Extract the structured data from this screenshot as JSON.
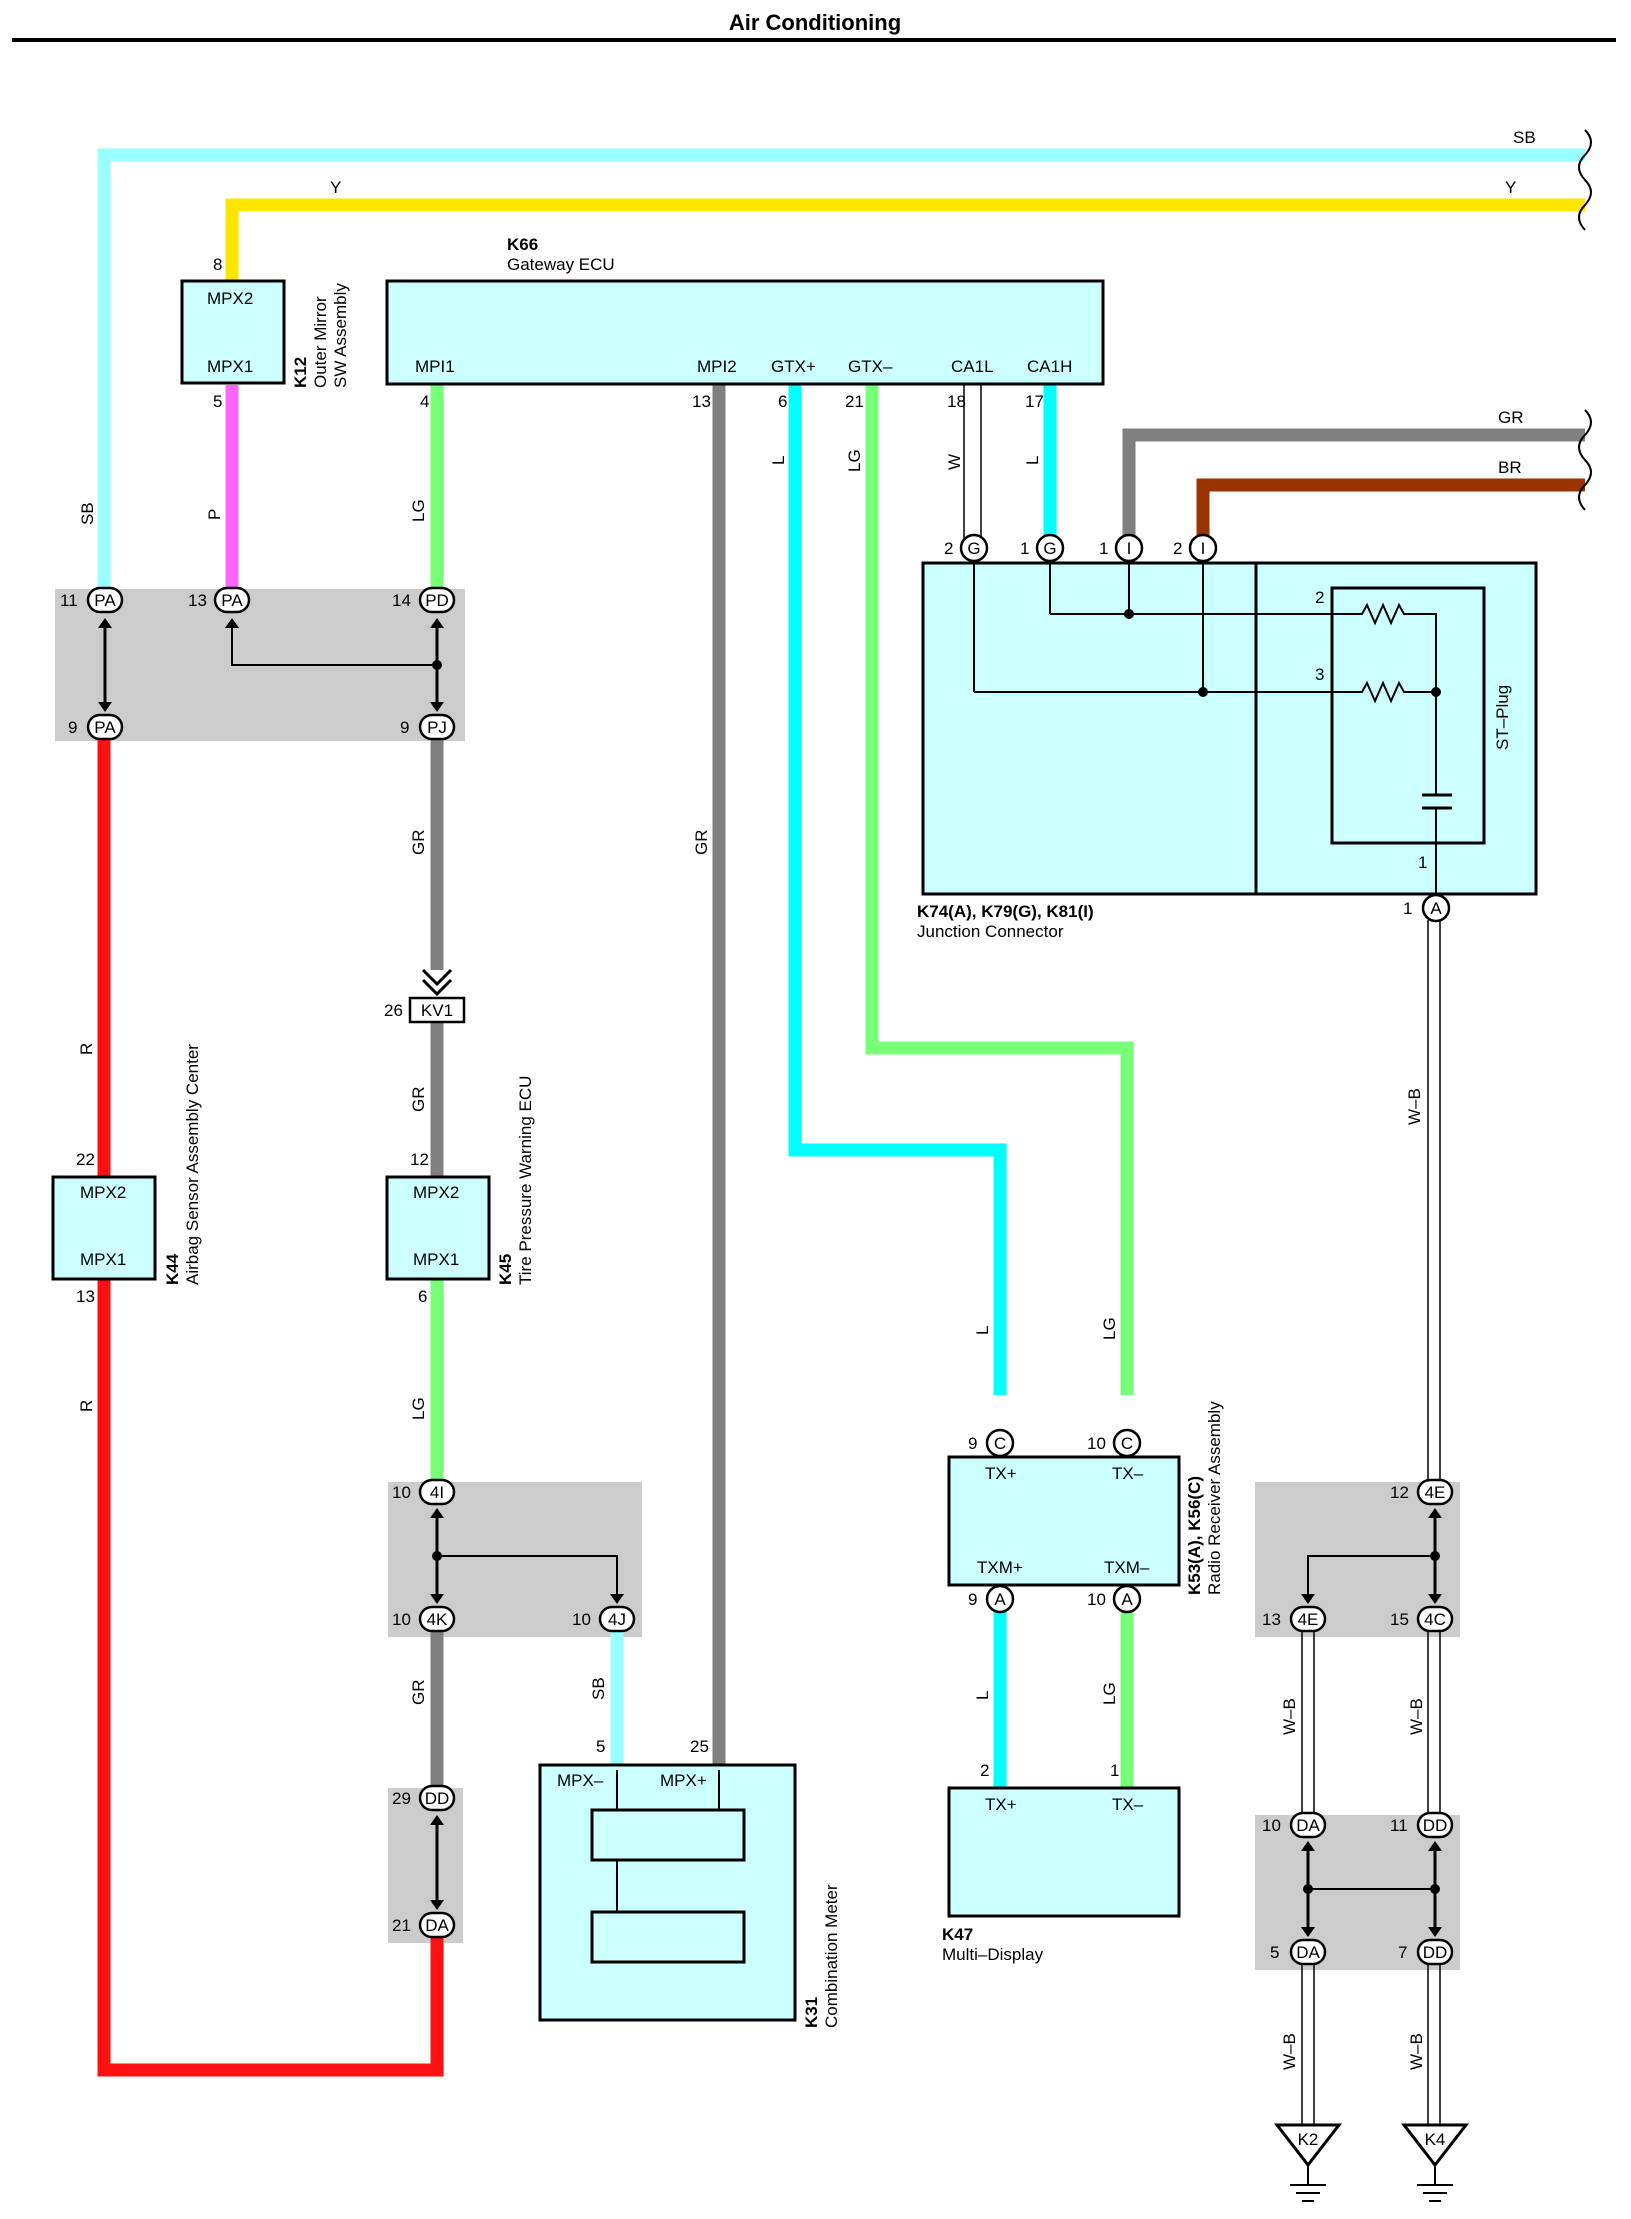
{
  "title": "Air Conditioning",
  "wire_colors": {
    "SB": "#99ffff",
    "Y": "#ffe600",
    "P": "#ff66ff",
    "LG": "#77ff77",
    "GR": "#808080",
    "L": "#00ffff",
    "W": "#ffffff",
    "BR": "#993300",
    "R": "#ff1111",
    "W-B": "#ffffff"
  },
  "wire_labels": {
    "sb": "SB",
    "y": "Y",
    "gr": "GR",
    "br": "BR",
    "p": "P",
    "lg": "LG",
    "l": "L",
    "w": "W",
    "r": "R",
    "wb": "W–B"
  },
  "components": {
    "k66": {
      "code": "K66",
      "name": "Gateway ECU",
      "pins": {
        "mpi1": "MPI1",
        "mpi2": "MPI2",
        "gtxp": "GTX+",
        "gtxm": "GTX–",
        "ca1l": "CA1L",
        "ca1h": "CA1H"
      },
      "pin_numbers": {
        "mpi1": "4",
        "mpi2": "13",
        "gtxp": "6",
        "gtxm": "21",
        "ca1l": "18",
        "ca1h": "17"
      }
    },
    "k12": {
      "code": "K12",
      "name_line1": "Outer Mirror",
      "name_line2": "SW Assembly",
      "pins": {
        "mpx2": "MPX2",
        "mpx1": "MPX1"
      },
      "pin_numbers": {
        "mpx2": "8",
        "mpx1": "5"
      }
    },
    "k74": {
      "code": "K74(A), K79(G), K81(I)",
      "name": "Junction Connector",
      "st_plug": "ST–Plug",
      "pins": {
        "g2": "2",
        "g1": "1",
        "i1": "1",
        "i2": "2",
        "r2": "2",
        "r3": "3",
        "c1": "1",
        "a1": "1"
      },
      "connectors": {
        "g": "G",
        "i": "I",
        "a": "A"
      }
    },
    "k44": {
      "code": "K44",
      "name": "Airbag Sensor Assembly Center",
      "pins": {
        "mpx2": "MPX2",
        "mpx1": "MPX1"
      },
      "pin_numbers": {
        "mpx2": "22",
        "mpx1": "13"
      }
    },
    "k45": {
      "code": "K45",
      "name": "Tire Pressure Warning ECU",
      "pins": {
        "mpx2": "MPX2",
        "mpx1": "MPX1"
      },
      "pin_numbers": {
        "mpx2": "12",
        "mpx1": "6"
      }
    },
    "k53": {
      "code": "K53(A), K56(C)",
      "name": "Radio Receiver Assembly",
      "pins": {
        "txp": "TX+",
        "txm": "TX–",
        "txmp": "TXM+",
        "txmm": "TXM–"
      },
      "pin_numbers": {
        "c9": "9",
        "c10": "10",
        "a9": "9",
        "a10": "10"
      },
      "connectors": {
        "c": "C",
        "a": "A"
      }
    },
    "k47": {
      "code": "K47",
      "name": "Multi–Display",
      "pins": {
        "txp": "TX+",
        "txm": "TX–"
      },
      "pin_numbers": {
        "txp": "2",
        "txm": "1"
      }
    },
    "k31": {
      "code": "K31",
      "name": "Combination Meter",
      "pins": {
        "mpxm": "MPX–",
        "mpxp": "MPX+"
      },
      "pin_numbers": {
        "mpxm": "5",
        "mpxp": "25"
      }
    }
  },
  "junctions": {
    "pa_top_11": {
      "num": "11",
      "label": "PA"
    },
    "pa_top_13": {
      "num": "13",
      "label": "PA"
    },
    "pd_top_14": {
      "num": "14",
      "label": "PD"
    },
    "pa_bot_9": {
      "num": "9",
      "label": "PA"
    },
    "pj_bot_9": {
      "num": "9",
      "label": "PJ"
    },
    "kv1": {
      "num": "26",
      "label": "KV1"
    },
    "j4i": {
      "num": "10",
      "label": "4I"
    },
    "j4k": {
      "num": "10",
      "label": "4K"
    },
    "j4j": {
      "num": "10",
      "label": "4J"
    },
    "dd29": {
      "num": "29",
      "label": "DD"
    },
    "da21": {
      "num": "21",
      "label": "DA"
    },
    "e4_12": {
      "num": "12",
      "label": "4E"
    },
    "e4_13": {
      "num": "13",
      "label": "4E"
    },
    "c4_15": {
      "num": "15",
      "label": "4C"
    },
    "da10": {
      "num": "10",
      "label": "DA"
    },
    "dd11": {
      "num": "11",
      "label": "DD"
    },
    "da5": {
      "num": "5",
      "label": "DA"
    },
    "dd7": {
      "num": "7",
      "label": "DD"
    }
  },
  "grounds": {
    "k2": "K2",
    "k4": "K4"
  }
}
